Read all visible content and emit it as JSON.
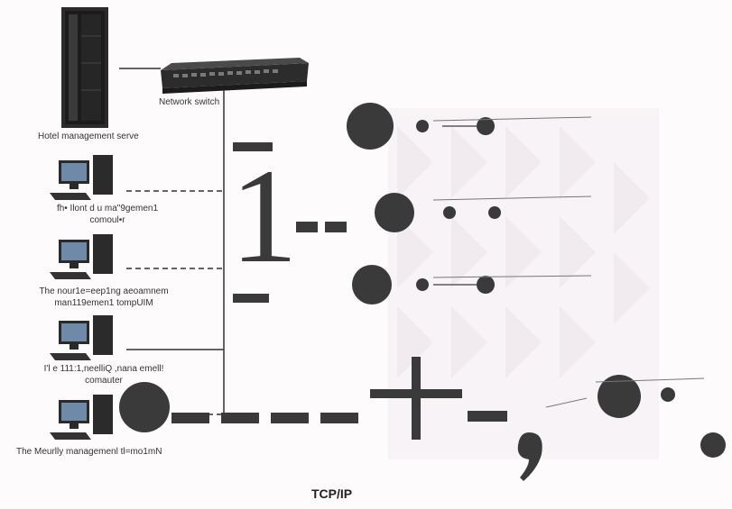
{
  "labels": {
    "switch": "Network switch",
    "server": "Hotel management serve",
    "pc1_line1": "fh• Ilont d u    ma\"9gemen1",
    "pc1_line2": "comoul•r",
    "pc2_line1": "The nour1e=eep1ng  aeoamnem",
    "pc2_line2": "man119emen1  tompUIM",
    "pc3_line1": "I'l e 111:1,neelliQ   ,nana emell!",
    "pc3_line2": "comauter",
    "pc4": "The Meurlly managemenl tl=mo1mN",
    "protocol": "TCP/IP"
  },
  "colors": {
    "line": "#333333",
    "device_dark": "#2b2b2b",
    "overlay": "#3a3a3a",
    "watermark": "#ece3e9"
  },
  "icons": {
    "server": "server-rack-icon",
    "switch": "network-switch-icon",
    "computer": "desktop-computer-icon"
  }
}
